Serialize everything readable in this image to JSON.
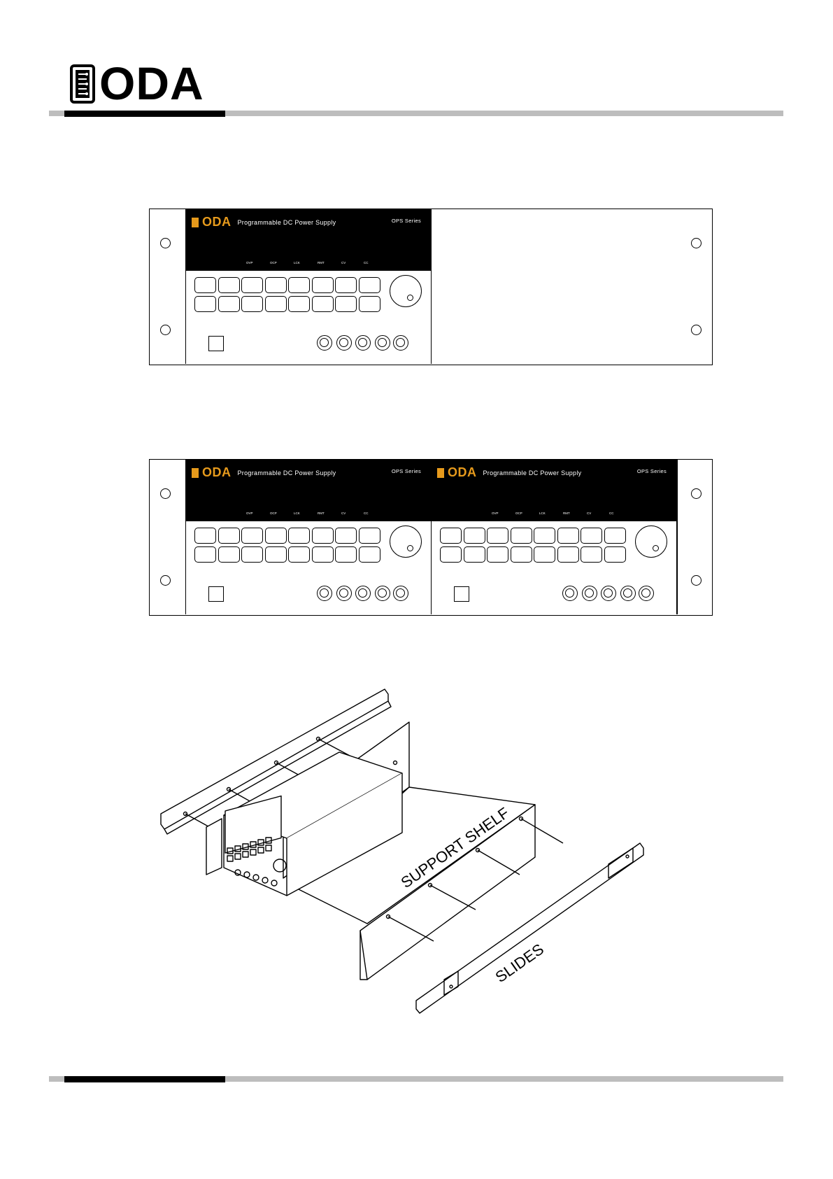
{
  "header": {
    "brand": "ODA"
  },
  "panels": {
    "single": {
      "unit": {
        "brand": "ODA",
        "product": "Programmable DC Power Supply",
        "series": "OPS Series"
      }
    },
    "double": {
      "units": [
        {
          "brand": "ODA",
          "product": "Programmable DC Power Supply",
          "series": "OPS Series"
        },
        {
          "brand": "ODA",
          "product": "Programmable DC Power Supply",
          "series": "OPS Series"
        }
      ]
    }
  },
  "annunciators": [
    "OVP",
    "OCP",
    "LCK",
    "RMT",
    "CV",
    "CC"
  ],
  "drawing": {
    "support_shelf_label": "SUPPORT SHELF",
    "slides_label": "SLIDES"
  }
}
